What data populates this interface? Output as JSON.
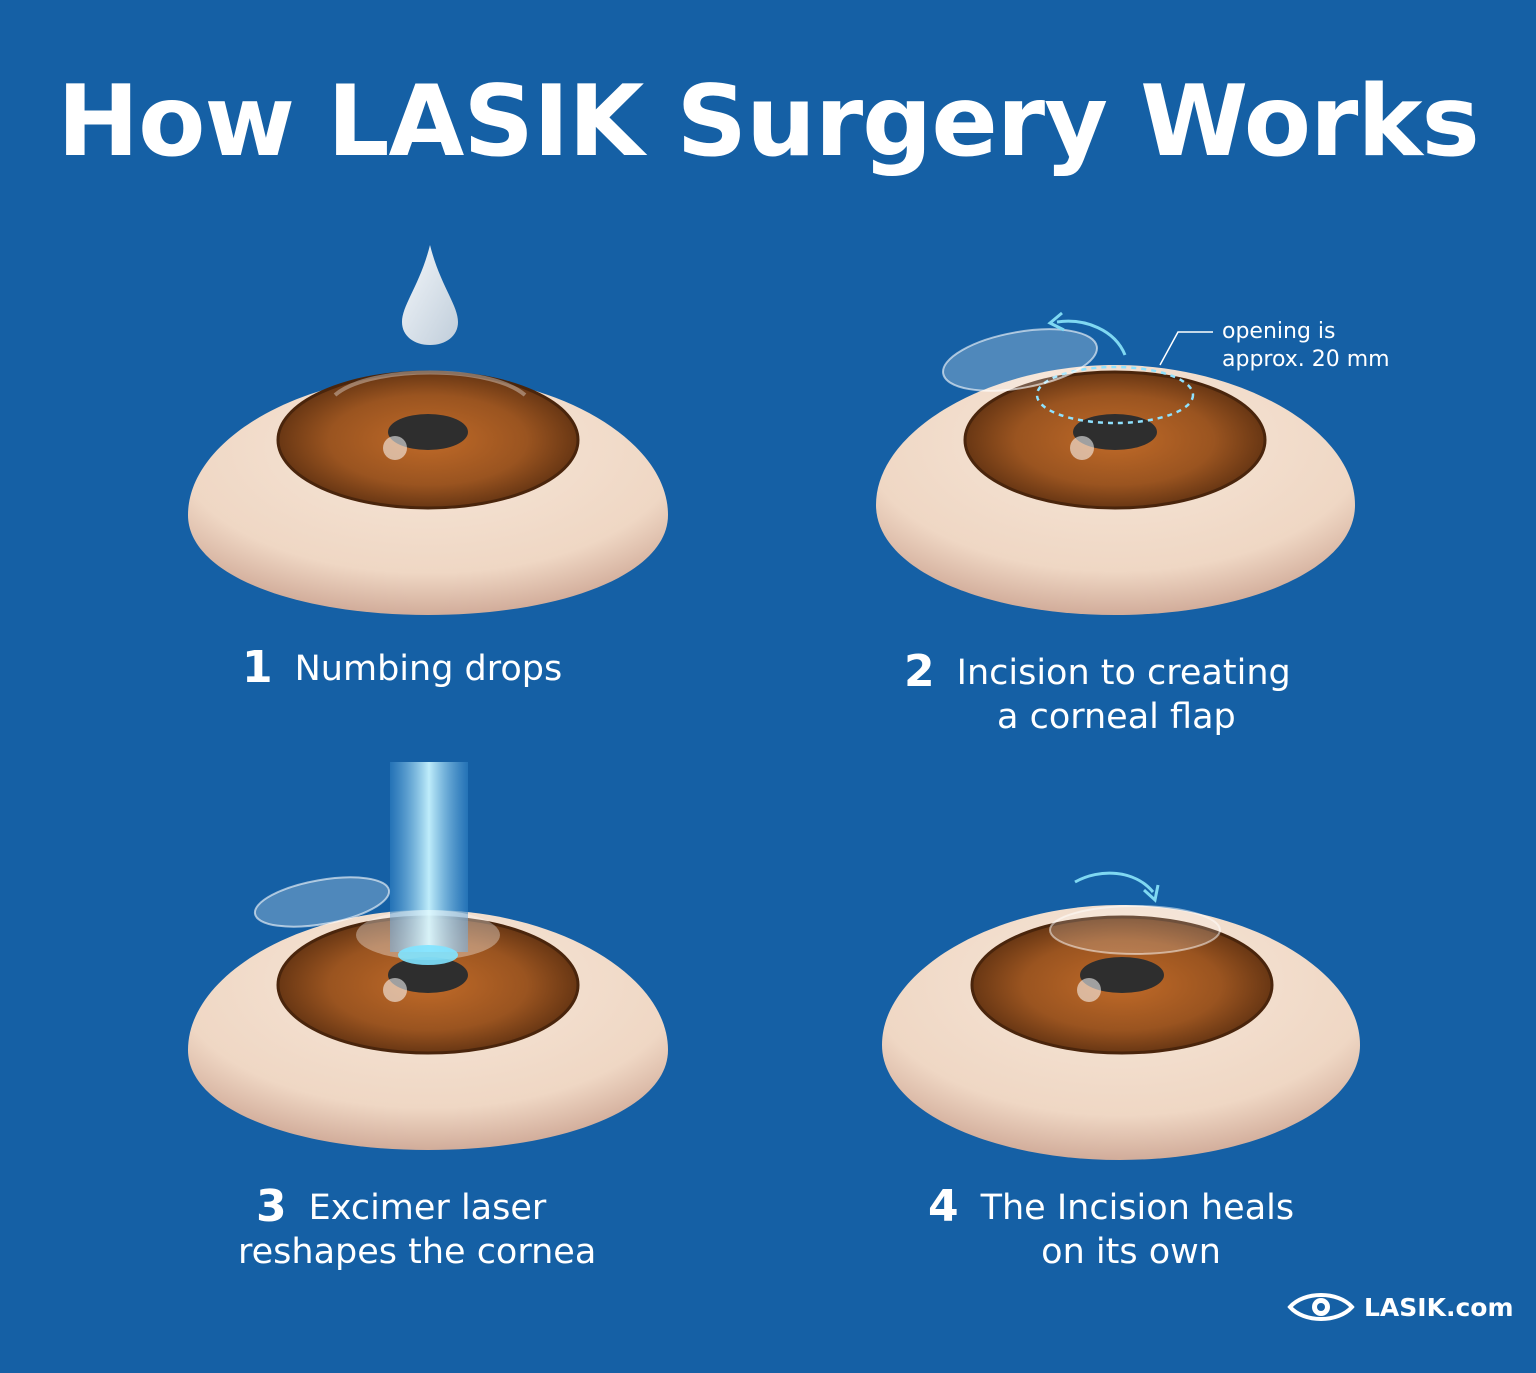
{
  "title": "How LASIK Surgery Works",
  "steps": [
    {
      "number": "1",
      "line1": "Numbing drops",
      "line2": ""
    },
    {
      "number": "2",
      "line1": "Incision to creating",
      "line2": "a corneal flap"
    },
    {
      "number": "3",
      "line1": "Excimer laser",
      "line2": "reshapes the cornea"
    },
    {
      "number": "4",
      "line1": "The Incision heals",
      "line2": "on its own"
    }
  ],
  "annotation": {
    "line1": "opening is",
    "line2": "approx. 20 mm"
  },
  "logo": {
    "text": "LASIK.com"
  },
  "colors": {
    "background": "#1560A5",
    "iris": "#9A5420",
    "sclera": "#F1DCCB",
    "laser": "#7FE3FF",
    "arrow": "#7FD8F2"
  },
  "icons": [
    "eye-icon",
    "drop-icon",
    "arrow-icon"
  ]
}
